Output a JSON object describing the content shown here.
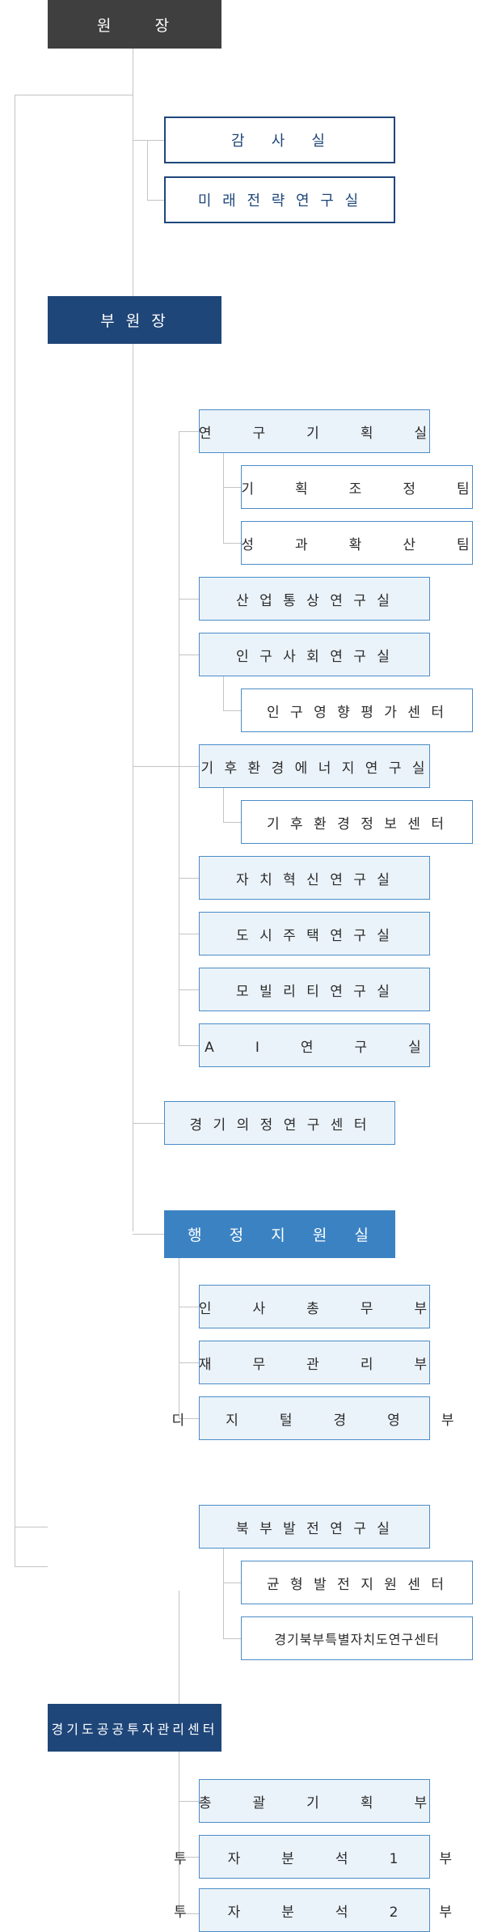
{
  "org": {
    "director": "원     장",
    "audit": "감   사   실",
    "future": "미 래 전 략 연 구 실",
    "vice": "부 원 장",
    "research_planning": "연     구     기     획     실",
    "planning_team": "기     획     조     정     팀",
    "performance_team": "성     과     확     산     팀",
    "industry": "산 업 통 상 연 구 실",
    "population": "인 구 사 회 연 구 실",
    "pop_center": "인 구 영 향 평 가 센 터",
    "climate": "기 후 환 경 에 너 지 연 구 실",
    "climate_center": "기 후 환 경 정 보 센 터",
    "autonomy": "자 치 혁 신 연 구 실",
    "urban": "도 시 주 택 연 구 실",
    "mobility": "모 빌 리 티 연 구 실",
    "ai": "A     I     연     구     실",
    "council": "경 기 의 정 연 구 센 터",
    "admin": "행   정   지   원   실",
    "hr": "인     사     총     무     부",
    "finance": "재     무     관     리     부",
    "digital": "디     지     털     경     영     부",
    "north": "북 부 발 전 연 구 실",
    "balance_center": "균 형 발 전 지 원 센 터",
    "north_special": "경기북부특별자치도연구센터",
    "invest": "경기도공공투자관리센터",
    "general_planning": "총     괄     기     획     부",
    "invest1": "투     자     분     석     1     부",
    "invest2": "투     자     분     석     2     부"
  },
  "colors": {
    "director_bg": "#3f3f3f",
    "vice_bg": "#1f4679",
    "admin_bg": "#3b82c3",
    "sub_bg": "#ebf3fa",
    "border_blue": "#4a8cc6",
    "connector": "#c4c4c4"
  }
}
